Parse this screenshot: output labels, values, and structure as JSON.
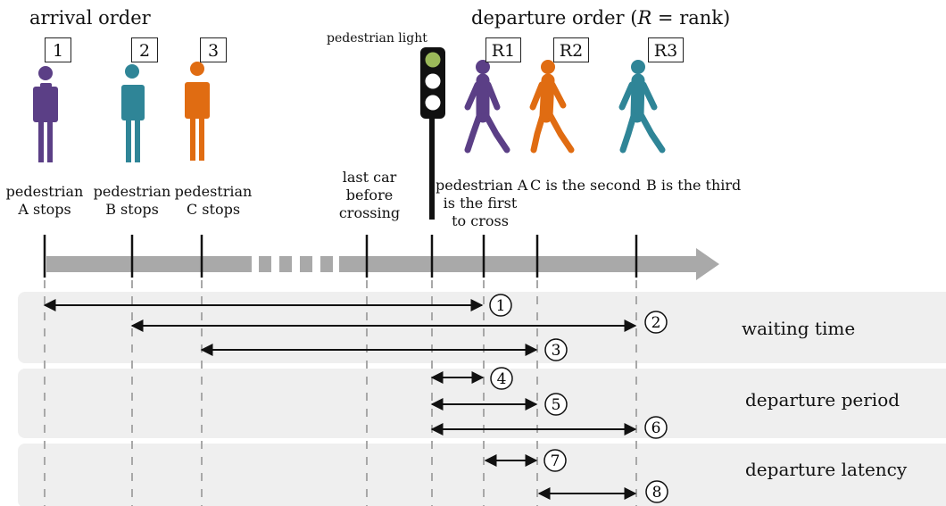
{
  "headings": {
    "arrival": "arrival order",
    "departure_prefix": "departure order (",
    "departure_var": "R",
    "departure_suffix": " = rank)"
  },
  "arrival_boxes": [
    "1",
    "2",
    "3"
  ],
  "departure_boxes": [
    "R1",
    "R2",
    "R3"
  ],
  "light": {
    "label": "pedestrian light",
    "lamp_colors": [
      "#9cba5a",
      "#ffffff",
      "#ffffff"
    ]
  },
  "figure_colors": {
    "A": "#5b3f86",
    "B": "#2f8597",
    "C": "#e06c12"
  },
  "event_labels": {
    "a_stops": [
      "pedestrian",
      "A stops"
    ],
    "b_stops": [
      "pedestrian",
      "B stops"
    ],
    "c_stops": [
      "pedestrian",
      "C stops"
    ],
    "last_car": [
      "last car",
      "before",
      "crossing"
    ],
    "a_first": [
      "pedestrian A",
      "is the first",
      "to cross"
    ],
    "c_second": "C is the second",
    "b_third": "B is the third"
  },
  "bands": {
    "waiting": "waiting time",
    "period": "departure period",
    "latency": "departure latency"
  },
  "intervals": [
    "1",
    "2",
    "3",
    "4",
    "5",
    "6",
    "7",
    "8"
  ]
}
